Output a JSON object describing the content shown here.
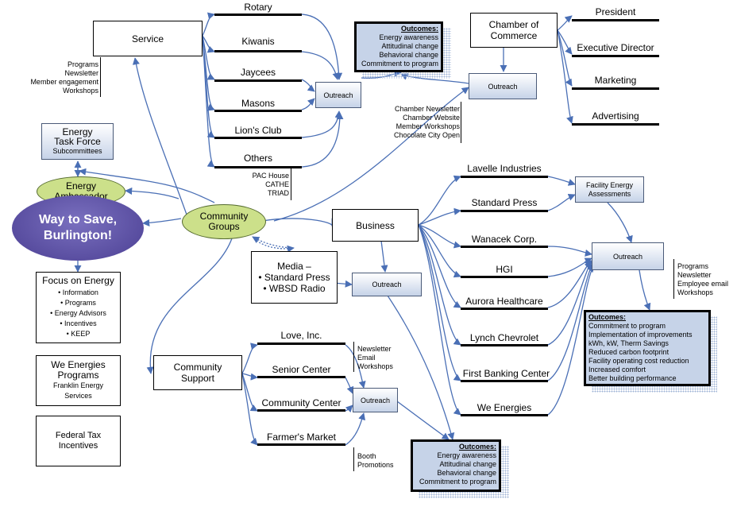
{
  "hub": {
    "way_to_save": [
      "Way to Save,",
      "Burlington!"
    ],
    "energy_ambassador": [
      "Energy",
      "Ambassador"
    ],
    "task_force": [
      "Energy",
      "Task Force",
      "Subcommittees"
    ],
    "community_groups": [
      "Community",
      "Groups"
    ]
  },
  "service": {
    "title": "Service",
    "notes": [
      "Programs",
      "Newsletter",
      "Member engagement",
      "Workshops"
    ],
    "clubs": [
      "Rotary",
      "Kiwanis",
      "Jaycees",
      "Masons",
      "Lion's Club",
      "Others"
    ],
    "others_notes": [
      "PAC House",
      "CATHE",
      "TRIAD"
    ],
    "outreach": "Outreach"
  },
  "chamber": {
    "title": [
      "Chamber of",
      "Commerce"
    ],
    "outreach": "Outreach",
    "notes": [
      "Chamber Newsletter",
      "Chamber Website",
      "Member Workshops",
      "Chocolate City Open"
    ],
    "roles": [
      "President",
      "Executive Director",
      "Marketing",
      "Advertising"
    ]
  },
  "outcomes_top": {
    "title": "Outcomes:",
    "items": [
      "Energy awareness",
      "Attitudinal change",
      "Behavioral change",
      "Commitment to program"
    ]
  },
  "business": {
    "title": "Business",
    "outreach": "Outreach",
    "companies": [
      "Lavelle Industries",
      "Standard Press",
      "Wanacek Corp.",
      "HGI",
      "Aurora Healthcare",
      "Lynch Chevrolet",
      "First Banking Center",
      "We Energies"
    ],
    "facility": [
      "Facility Energy",
      "Assessments"
    ],
    "outreach_right": "Outreach",
    "notes": [
      "Programs",
      "Newsletter",
      "Employee email",
      "Workshops"
    ]
  },
  "outcomes_business": {
    "title": "Outcomes:",
    "items": [
      "Commitment to program",
      "Implementation of improvements",
      "kWh, kW, Therm Savings",
      "Reduced carbon footprint",
      "Facility operating cost reduction",
      "Increased comfort",
      "Better building performance"
    ]
  },
  "media": {
    "lines": [
      "Media –",
      "• Standard Press",
      "• WBSD Radio"
    ]
  },
  "community_support": {
    "title": [
      "Community",
      "Support"
    ],
    "orgs": [
      "Love, Inc.",
      "Senior Center",
      "Community Center",
      "Farmer's Market"
    ],
    "notes_love": [
      "Newsletter",
      "Email",
      "Workshops"
    ],
    "notes_market": [
      "Booth",
      "Promotions"
    ],
    "outreach": "Outreach"
  },
  "outcomes_bottom": {
    "title": "Outcomes:",
    "items": [
      "Energy awareness",
      "Attitudinal change",
      "Behavioral change",
      "Commitment to program"
    ]
  },
  "left_column": {
    "focus_title": "Focus on Energy",
    "focus_items": [
      "• Information",
      "• Programs",
      "• Energy Advisors",
      "• Incentives",
      "• KEEP"
    ],
    "we_energies": [
      "We Energies",
      "Programs"
    ],
    "we_energies_sub": [
      "Franklin Energy",
      "Services"
    ],
    "federal": [
      "Federal Tax",
      "Incentives"
    ]
  },
  "colors": {
    "accent_blue": "#4a6fb5",
    "hub_purple": "#5a4f9e",
    "hub_green": "#cce08a"
  }
}
